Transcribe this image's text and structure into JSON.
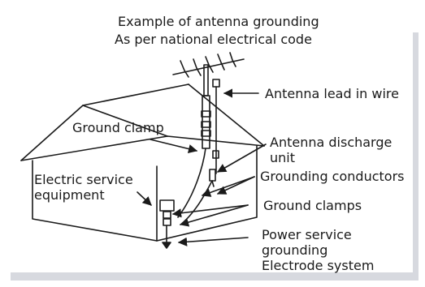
{
  "title": {
    "line1": "Example of antenna grounding",
    "line2": "As per national electrical code"
  },
  "labels": {
    "antenna_lead": "Antenna lead in wire",
    "ground_clamp": "Ground clamp",
    "discharge_unit": "Antenna discharge\nunit",
    "grounding_conductors": "Grounding conductors",
    "electric_service": "Electric service\nequipment",
    "ground_clamps": "Ground clamps",
    "power_service": "Power service\ngrounding\nElectrode system"
  },
  "colors": {
    "line": "#1a1a1a",
    "background_panel": "#d7d9df",
    "card": "#ffffff"
  }
}
